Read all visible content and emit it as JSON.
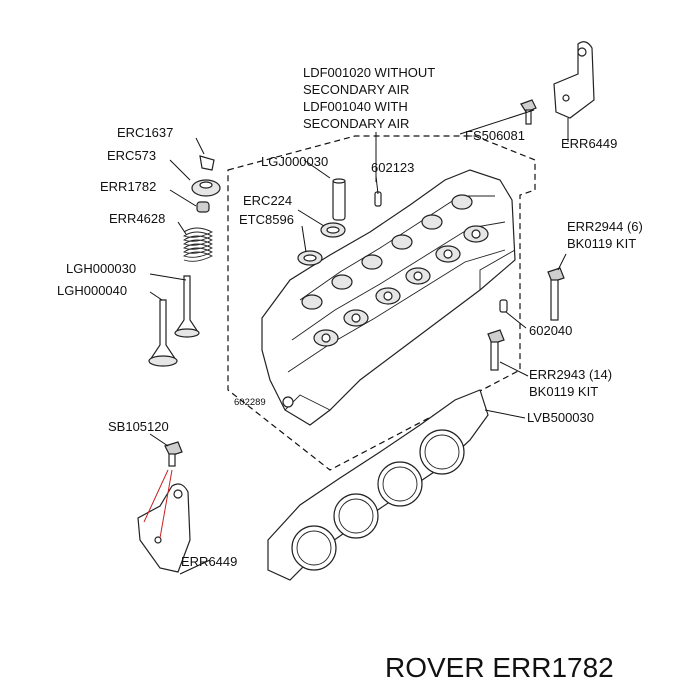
{
  "diagram": {
    "labels": {
      "ldf_line1": "LDF001020 WITHOUT",
      "ldf_line2": "SECONDARY AIR",
      "ldf_line3": "LDF001040 WITH",
      "ldf_line4": "SECONDARY AIR",
      "erc1637": "ERC1637",
      "erc573": "ERC573",
      "err1782": "ERR1782",
      "err4628": "ERR4628",
      "lgh000030": "LGH000030",
      "lgh000040": "LGH000040",
      "lgj000030": "LGJ000030",
      "p602123": "602123",
      "erc224": "ERC224",
      "etc8596": "ETC8596",
      "fs506081": "FS506081",
      "err6449_top": "ERR6449",
      "err2944_line1": "ERR2944 (6)",
      "err2944_line2": "BK0119 KIT",
      "p602040": "602040",
      "err2943_line1": "ERR2943 (14)",
      "err2943_line2": "BK0119 KIT",
      "lvb500030": "LVB500030",
      "p602289": "602289",
      "sb105120": "SB105120",
      "err6449_bottom": "ERR6449"
    }
  },
  "caption": "ROVER ERR1782"
}
